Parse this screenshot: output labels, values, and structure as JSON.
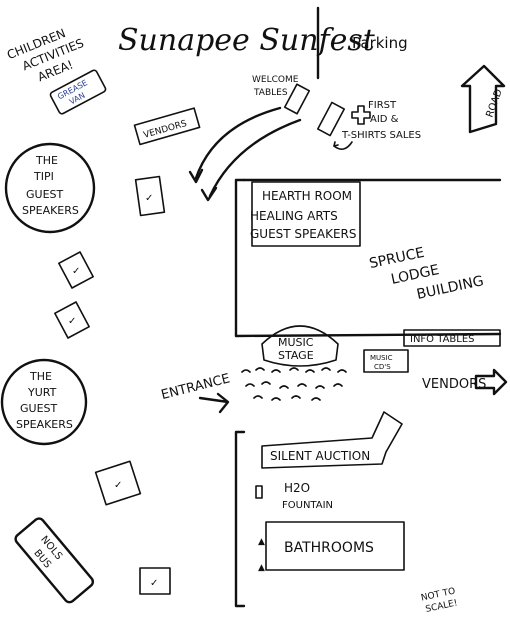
{
  "title": "Sunapee Sunfest",
  "labels": {
    "parking": "Parking",
    "children_area": [
      "CHILDREN",
      "ACTIVITIES",
      "AREA!"
    ],
    "grease_van": [
      "GREASE",
      "VAN"
    ],
    "road": "ROAD",
    "welcome_tables": [
      "WELCOME",
      "TABLES"
    ],
    "first_aid": [
      "FIRST",
      "AID &",
      "T-SHIRTS SALES"
    ],
    "vendors_top": "VENDORS",
    "tipi": [
      "THE",
      "TIPI",
      "GUEST",
      "SPEAKERS"
    ],
    "hearth_room": [
      "HEARTH ROOM",
      "HEALING ARTS",
      "GUEST SPEAKERS"
    ],
    "spruce_lodge": [
      "SPRUCE",
      "LODGE",
      "BUILDING"
    ],
    "music_stage": [
      "MUSIC",
      "STAGE"
    ],
    "info_tables": "INFO TABLES",
    "music_cds": [
      "MUSIC",
      "CD'S"
    ],
    "entrance": "ENTRANCE",
    "vendors_right": "VENDORS",
    "yurt": [
      "THE",
      "YURT",
      "GUEST",
      "SPEAKERS"
    ],
    "silent_auction": "SILENT AUCTION",
    "h2o_fountain": [
      "H2O",
      "FOUNTAIN"
    ],
    "bathrooms": "BATHROOMS",
    "nols_bus": [
      "NOLS",
      "BUS"
    ],
    "not_to_scale": [
      "NOT TO",
      "SCALE!"
    ],
    "checkmark": "✓"
  },
  "colors": {
    "ink": "#111111",
    "accent_blue": "#2a3f8f",
    "paper": "#ffffff"
  }
}
